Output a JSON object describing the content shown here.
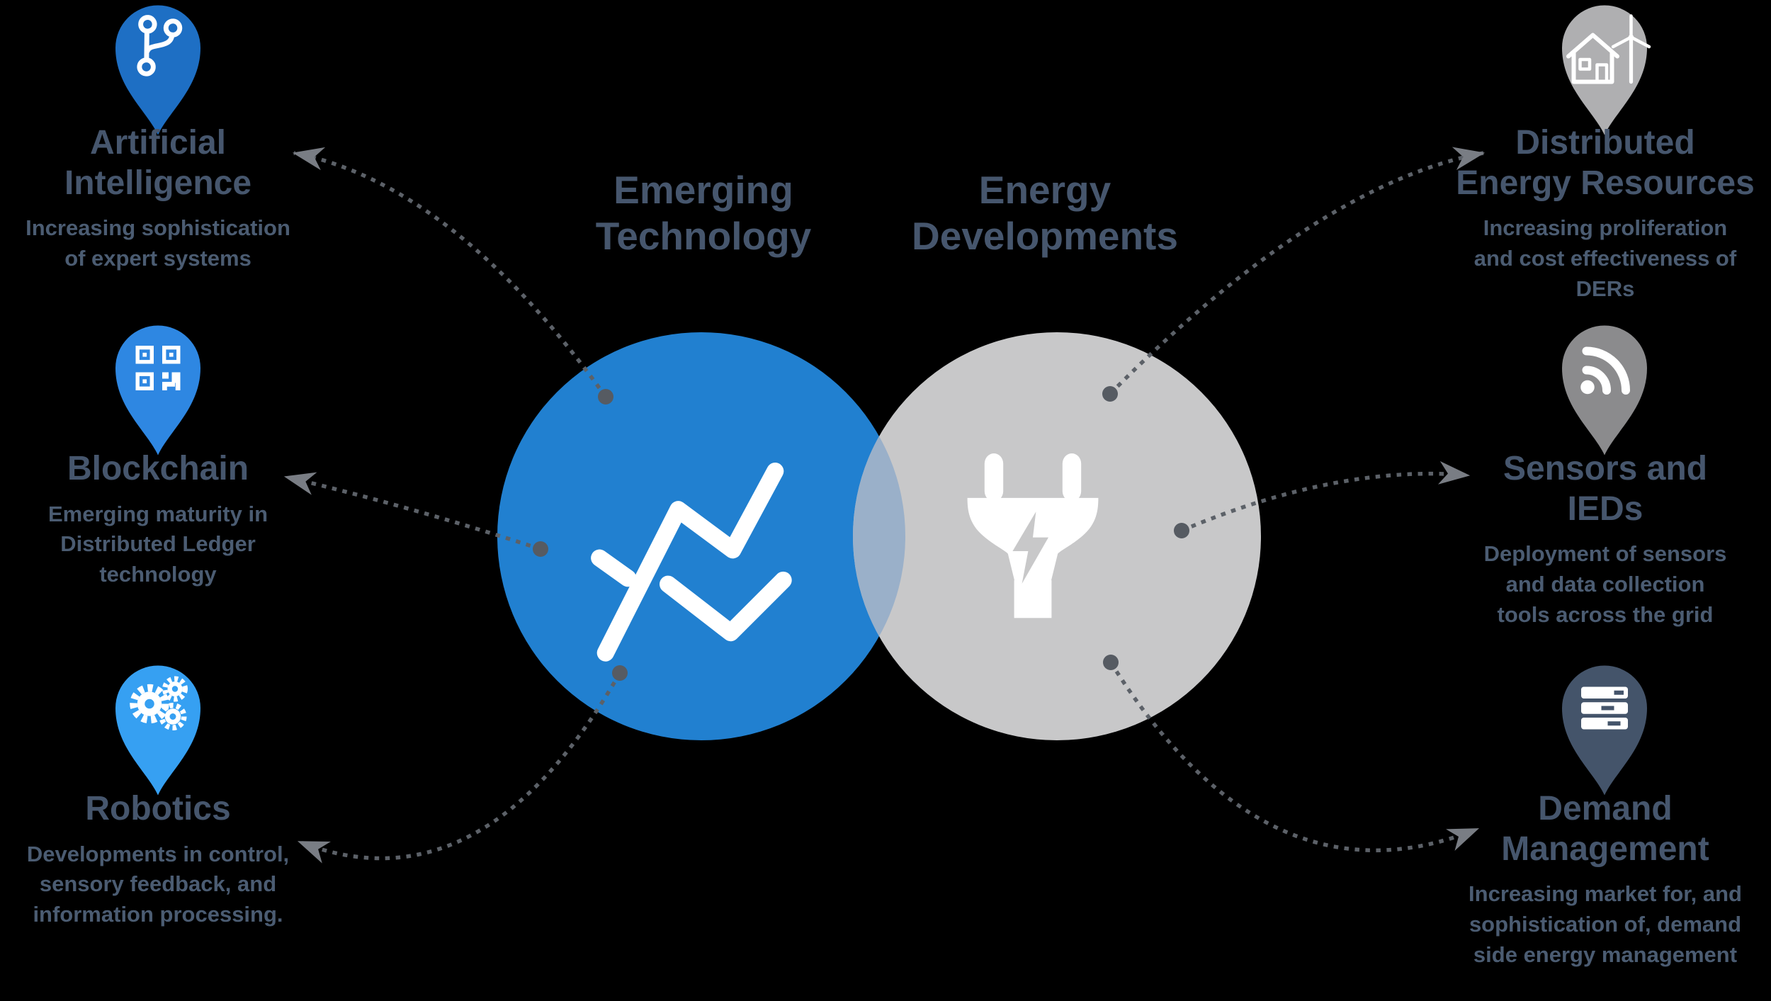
{
  "headers": {
    "left": "Emerging\nTechnology",
    "right": "Energy\nDevelopments"
  },
  "venn": {
    "left_circle_icon": "line-chart-icon",
    "right_circle_icon": "power-plug-icon",
    "left_circle_color": "#2180D0",
    "right_circle_color": "#C8C8C9",
    "overlap_color": "#9AB0C9"
  },
  "connectors": {
    "color": "#5C6168",
    "arrow_color": "#797D84"
  },
  "items": [
    {
      "id": "artificial-intelligence",
      "title": "Artificial\nIntelligence",
      "subtitle": "Increasing sophistication\nof expert systems",
      "icon": "git-branch-icon",
      "pin_color": "#1E6FC4"
    },
    {
      "id": "blockchain",
      "title": "Blockchain",
      "subtitle": "Emerging maturity in\nDistributed Ledger\ntechnology",
      "icon": "qr-code-icon",
      "pin_color": "#2E87E2"
    },
    {
      "id": "robotics",
      "title": "Robotics",
      "subtitle": "Developments in control,\nsensory feedback, and\ninformation processing.",
      "icon": "gears-icon",
      "pin_color": "#36A0F2"
    },
    {
      "id": "distributed-energy-resources",
      "title": "Distributed\nEnergy Resources",
      "subtitle": "Increasing proliferation\nand cost effectiveness of\nDERs",
      "icon": "house-wind-turbine-icon",
      "pin_color": "#AFAFB1"
    },
    {
      "id": "sensors-and-ieds",
      "title": "Sensors and\nIEDs",
      "subtitle": "Deployment of sensors\nand data collection\ntools across the grid",
      "icon": "rss-icon",
      "pin_color": "#8B8B8D"
    },
    {
      "id": "demand-management",
      "title": "Demand\nManagement",
      "subtitle": "Increasing market for, and\nsophistication of, demand\nside energy management",
      "icon": "server-stack-icon",
      "pin_color": "#44546A"
    }
  ]
}
